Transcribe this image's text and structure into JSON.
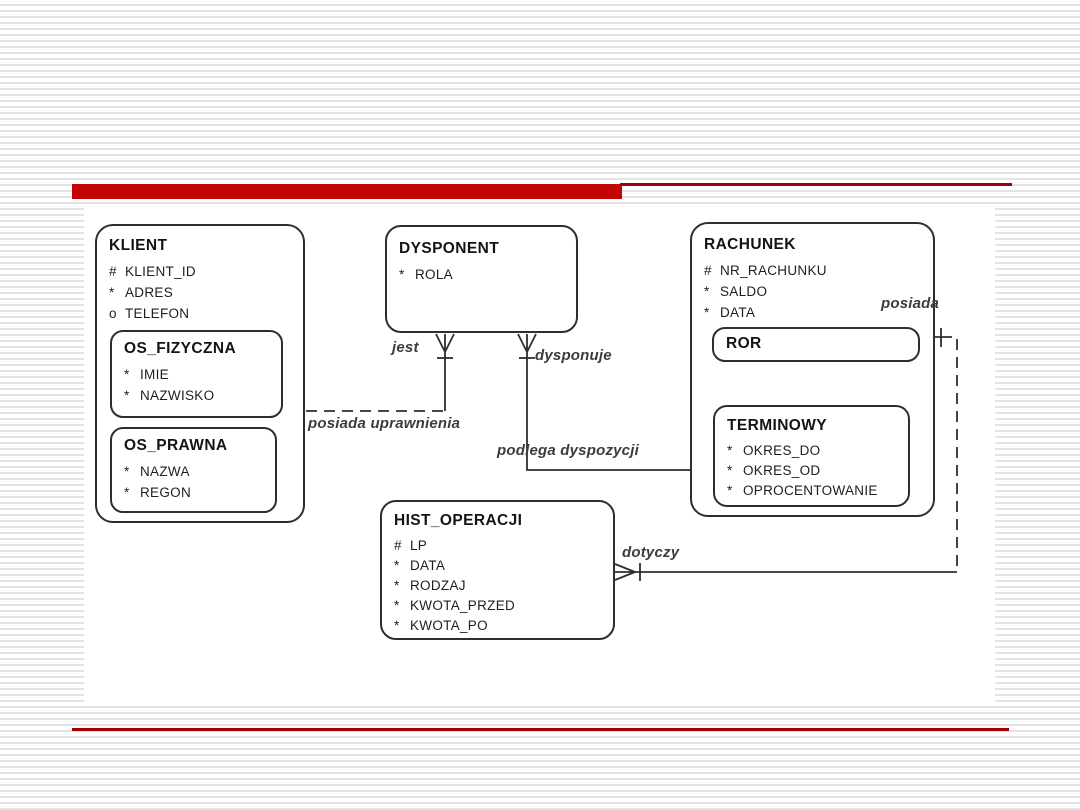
{
  "slide": {
    "accent_bar_color": "#c40303",
    "thin_rule_color": "#a30000",
    "stripe_color": "#e3e3e3",
    "panel_bg": "#ffffff"
  },
  "diagram": {
    "entities": {
      "klient": {
        "title": "KLIENT",
        "attrs": [
          {
            "prefix": "#",
            "name": "KLIENT_ID"
          },
          {
            "prefix": "*",
            "name": "ADRES"
          },
          {
            "prefix": "o",
            "name": "TELEFON"
          }
        ]
      },
      "os_fizyczna": {
        "title": "OS_FIZYCZNA",
        "attrs": [
          {
            "prefix": "*",
            "name": "IMIE"
          },
          {
            "prefix": "*",
            "name": "NAZWISKO"
          }
        ]
      },
      "os_prawna": {
        "title": "OS_PRAWNA",
        "attrs": [
          {
            "prefix": "*",
            "name": "NAZWA"
          },
          {
            "prefix": "*",
            "name": "REGON"
          }
        ]
      },
      "dysponent": {
        "title": "DYSPONENT",
        "attrs": [
          {
            "prefix": "*",
            "name": "ROLA"
          }
        ]
      },
      "rachunek": {
        "title": "RACHUNEK",
        "attrs": [
          {
            "prefix": "#",
            "name": "NR_RACHUNKU"
          },
          {
            "prefix": "*",
            "name": "SALDO"
          },
          {
            "prefix": "*",
            "name": "DATA"
          }
        ]
      },
      "ror": {
        "title": "ROR",
        "attrs": []
      },
      "terminowy": {
        "title": "TERMINOWY",
        "attrs": [
          {
            "prefix": "*",
            "name": "OKRES_DO"
          },
          {
            "prefix": "*",
            "name": "OKRES_OD"
          },
          {
            "prefix": "*",
            "name": "OPROCENTOWANIE"
          }
        ]
      },
      "hist_operacji": {
        "title": "HIST_OPERACJI",
        "attrs": [
          {
            "prefix": "#",
            "name": "LP"
          },
          {
            "prefix": "*",
            "name": "DATA"
          },
          {
            "prefix": "*",
            "name": "RODZAJ"
          },
          {
            "prefix": "*",
            "name": "KWOTA_PRZED"
          },
          {
            "prefix": "*",
            "name": "KWOTA_PO"
          }
        ]
      }
    },
    "relationships": {
      "jest": {
        "label": "jest"
      },
      "dysponuje": {
        "label": "dysponuje"
      },
      "posiada_uprawnienia": {
        "label": "posiada uprawnienia"
      },
      "podlega_dyspozycji": {
        "label": "podlega dyspozycji"
      },
      "posiada": {
        "label": "posiada"
      },
      "dotyczy": {
        "label": "dotyczy"
      }
    }
  }
}
